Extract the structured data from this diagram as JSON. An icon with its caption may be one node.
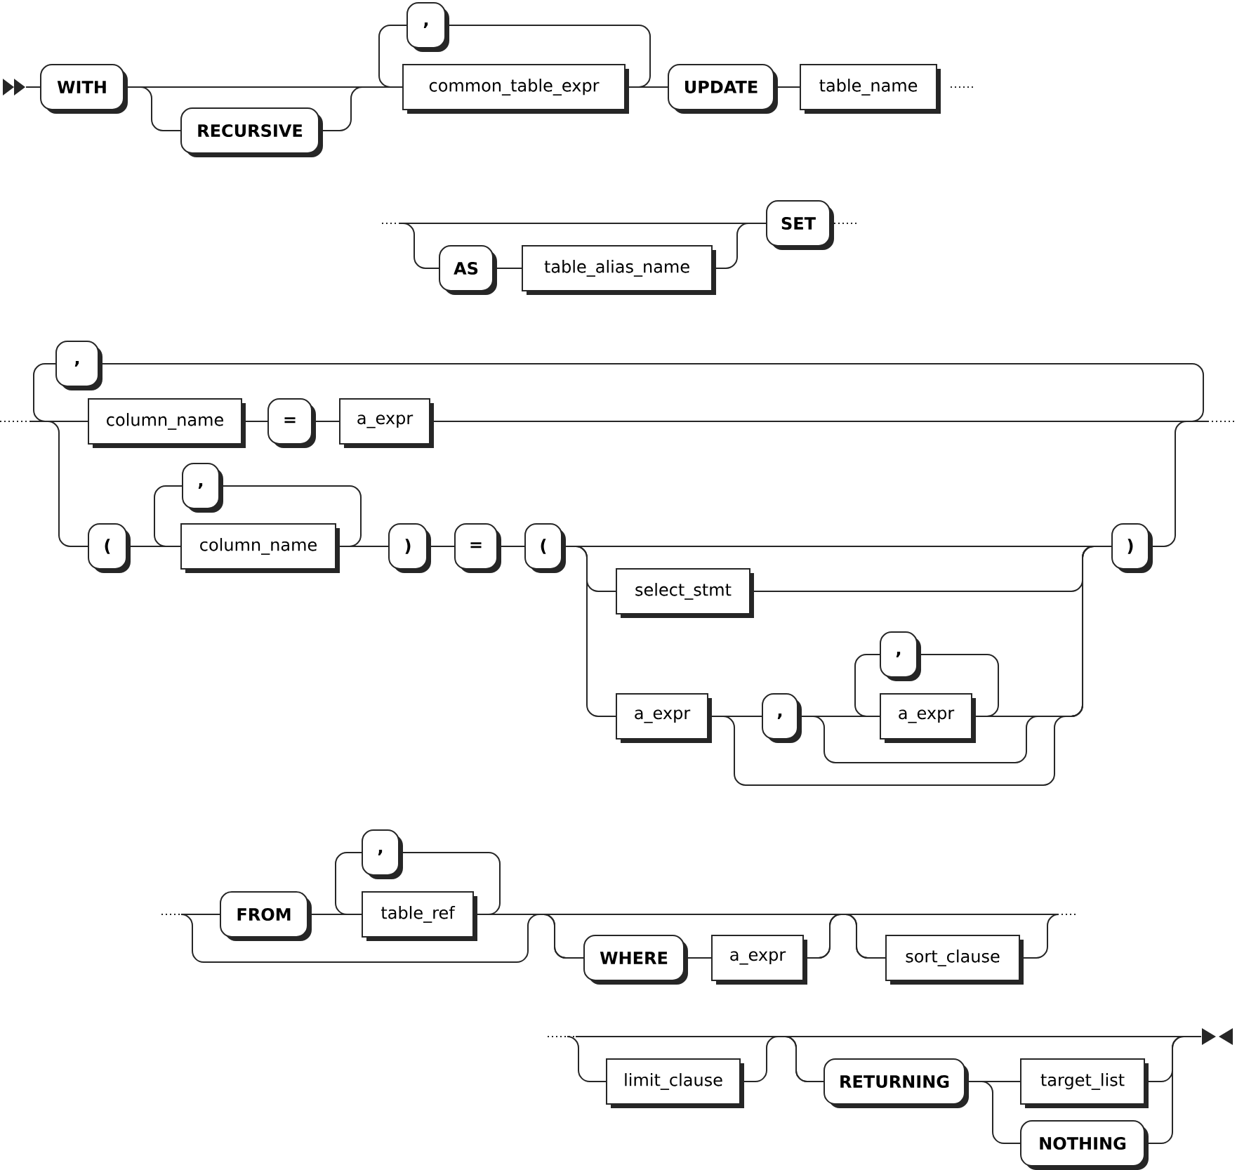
{
  "diagram": {
    "nodes": [
      {
        "text": [
          "WITH"
        ]
      },
      {
        "text": [
          "RECURSIVE"
        ]
      },
      {
        "text": [
          ","
        ]
      },
      {
        "text": [
          "common_table_expr"
        ]
      },
      {
        "text": [
          "UPDATE"
        ]
      },
      {
        "text": [
          "table_name"
        ]
      },
      {
        "text": [
          "SET"
        ]
      },
      {
        "text": [
          "AS"
        ]
      },
      {
        "text": [
          "table_alias_name"
        ]
      },
      {
        "text": [
          ","
        ]
      },
      {
        "text": [
          "column_name"
        ]
      },
      {
        "text": [
          "="
        ]
      },
      {
        "text": [
          "a_expr"
        ]
      },
      {
        "text": [
          "("
        ]
      },
      {
        "text": [
          ","
        ]
      },
      {
        "text": [
          "column_name"
        ]
      },
      {
        "text": [
          ")"
        ]
      },
      {
        "text": [
          "="
        ]
      },
      {
        "text": [
          "("
        ]
      },
      {
        "text": [
          "select_stmt"
        ]
      },
      {
        "text": [
          "a_expr"
        ]
      },
      {
        "text": [
          ","
        ]
      },
      {
        "text": [
          ","
        ]
      },
      {
        "text": [
          "a_expr"
        ]
      },
      {
        "text": [
          ")"
        ]
      },
      {
        "text": [
          "FROM"
        ]
      },
      {
        "text": [
          ","
        ]
      },
      {
        "text": [
          "table_ref"
        ]
      },
      {
        "text": [
          "WHERE"
        ]
      },
      {
        "text": [
          "a_expr"
        ]
      },
      {
        "text": [
          "sort_clause"
        ]
      },
      {
        "text": [
          "limit_clause"
        ]
      },
      {
        "text": [
          "RETURNING"
        ]
      },
      {
        "text": [
          "target_list"
        ]
      },
      {
        "text": [
          "NOTHING"
        ]
      },
      {
        "text": [],
        "shape": "triangle"
      },
      {
        "text": [],
        "shape": "triangle"
      }
    ],
    "edges": [
      {
        "from": 0,
        "to": 3,
        "arrow": "none"
      },
      {
        "from": 0,
        "to": 1,
        "arrow": "none"
      },
      {
        "from": 1,
        "to": 3,
        "arrow": "none"
      },
      {
        "from": 3,
        "to": 2,
        "arrow": "none"
      },
      {
        "from": 3,
        "to": 4,
        "arrow": "none"
      },
      {
        "from": 4,
        "to": 5,
        "arrow": "none"
      },
      {
        "from": 7,
        "to": 8,
        "arrow": "none"
      },
      {
        "from": 8,
        "to": 6,
        "arrow": "none"
      },
      {
        "from": 10,
        "to": 11,
        "arrow": "none"
      },
      {
        "from": 11,
        "to": 12,
        "arrow": "none"
      },
      {
        "from": 12,
        "to": 9,
        "arrow": "none"
      },
      {
        "from": 13,
        "to": 15,
        "arrow": "none"
      },
      {
        "from": 15,
        "to": 14,
        "arrow": "none"
      },
      {
        "from": 15,
        "to": 16,
        "arrow": "none"
      },
      {
        "from": 16,
        "to": 17,
        "arrow": "none"
      },
      {
        "from": 17,
        "to": 18,
        "arrow": "none"
      },
      {
        "from": 18,
        "to": 24,
        "arrow": "none"
      },
      {
        "from": 18,
        "to": 19,
        "arrow": "none"
      },
      {
        "from": 18,
        "to": 20,
        "arrow": "none"
      },
      {
        "from": 19,
        "to": 24,
        "arrow": "none"
      },
      {
        "from": 20,
        "to": 21,
        "arrow": "none"
      },
      {
        "from": 20,
        "to": 24,
        "arrow": "none"
      },
      {
        "from": 21,
        "to": 23,
        "arrow": "none"
      },
      {
        "from": 21,
        "to": 24,
        "arrow": "none"
      },
      {
        "from": 23,
        "to": 22,
        "arrow": "none"
      },
      {
        "from": 23,
        "to": 24,
        "arrow": "none"
      },
      {
        "from": 25,
        "to": 27,
        "arrow": "none"
      },
      {
        "from": 27,
        "to": 26,
        "arrow": "none"
      },
      {
        "from": 27,
        "to": 28,
        "arrow": "none"
      },
      {
        "from": 28,
        "to": 29,
        "arrow": "none"
      },
      {
        "from": 29,
        "to": 30,
        "arrow": "none"
      },
      {
        "from": 27,
        "to": 30,
        "arrow": "none"
      },
      {
        "from": 31,
        "to": 32,
        "arrow": "none"
      },
      {
        "from": 32,
        "to": 33,
        "arrow": "none"
      },
      {
        "from": 32,
        "to": 34,
        "arrow": "none"
      },
      {
        "from": 35,
        "to": 0,
        "arrow": "none"
      },
      {
        "from": 2,
        "to": 3,
        "arrow": "none"
      },
      {
        "from": null,
        "to": 6,
        "arrow": "none"
      },
      {
        "from": null,
        "to": 7,
        "arrow": "none"
      },
      {
        "from": 9,
        "to": 10,
        "arrow": "none"
      },
      {
        "from": null,
        "to": 10,
        "arrow": "none"
      },
      {
        "from": null,
        "to": 13,
        "arrow": "none"
      },
      {
        "from": 24,
        "to": null,
        "arrow": "none"
      },
      {
        "from": 14,
        "to": 15,
        "arrow": "none"
      },
      {
        "from": 22,
        "to": 23,
        "arrow": "none"
      },
      {
        "from": null,
        "to": 25,
        "arrow": "none"
      },
      {
        "from": null,
        "to": 28,
        "arrow": "none"
      },
      {
        "from": 26,
        "to": 27,
        "arrow": "none"
      },
      {
        "from": 27,
        "to": null,
        "arrow": "none"
      },
      {
        "from": 30,
        "to": null,
        "arrow": "none"
      },
      {
        "from": 29,
        "to": null,
        "arrow": "none"
      },
      {
        "from": null,
        "to": 31,
        "arrow": "none"
      },
      {
        "from": null,
        "to": 32,
        "arrow": "none"
      },
      {
        "from": null,
        "to": 36,
        "arrow": "none"
      },
      {
        "from": 33,
        "to": 36,
        "arrow": "none"
      },
      {
        "from": 34,
        "to": 36,
        "arrow": "none"
      }
    ]
  }
}
